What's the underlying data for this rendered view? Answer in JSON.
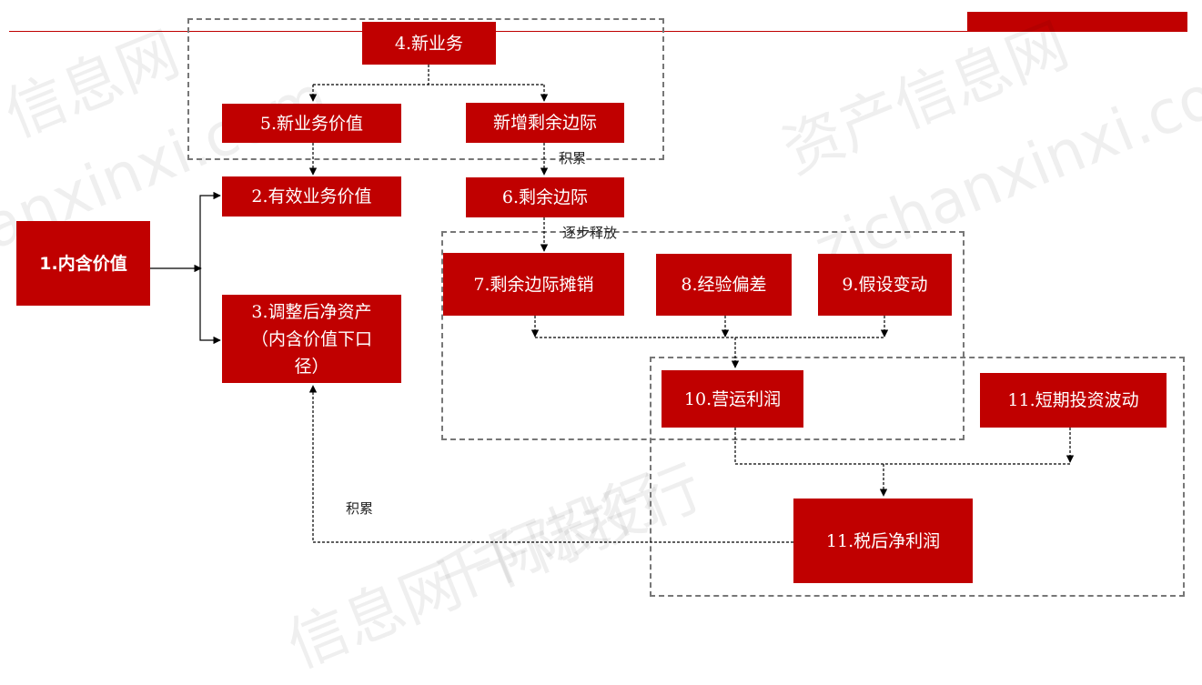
{
  "watermarks": [
    "信息网",
    "anxinxi.com",
    "资产信息网",
    "zichanxinxi.com",
    "信息网 千际投行",
    "千际投行"
  ],
  "colors": {
    "box_fill": "#c00000",
    "box_text": "#ffffff",
    "line": "#000000",
    "dash_frame": "#777777"
  },
  "nodes": {
    "n1": "1.内含价值",
    "n2": "2.有效业务价值",
    "n3": "3.调整后净资产\n（内含价值下口\n径）",
    "n4": "4.新业务",
    "n5": "5.新业务价值",
    "n5b": "新增剩余边际",
    "n6": "6.剩余边际",
    "n7": "7.剩余边际摊销",
    "n8": "8.经验偏差",
    "n9": "9.假设变动",
    "n10": "10.营运利润",
    "n11a": "11.短期投资波动",
    "n11b": "11.税后净利润"
  },
  "labels": {
    "accumulate_1": "积累",
    "gradual_release": "逐步释放",
    "accumulate_2": "积累"
  }
}
